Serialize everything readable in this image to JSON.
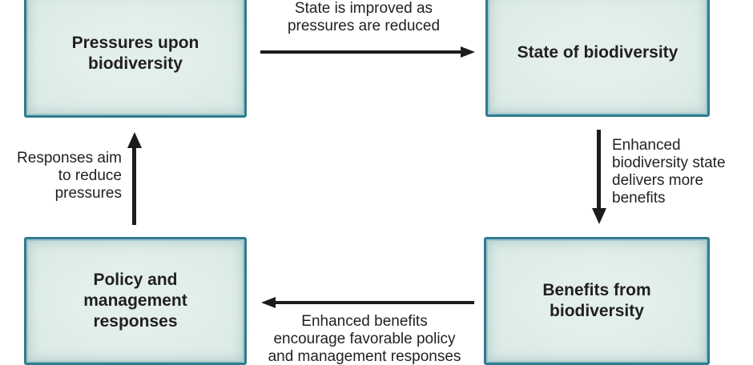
{
  "diagram": {
    "boxes": {
      "pressures": {
        "label": "Pressures upon\nbiodiversity"
      },
      "state": {
        "label": "State of biodiversity"
      },
      "benefits": {
        "label": "Benefits from\nbiodiversity"
      },
      "responses": {
        "label": "Policy and\nmanagement\nresponses"
      }
    },
    "arrows": [
      {
        "id": "pressures-to-state",
        "direction": "right",
        "label": "State is improved as\npressures are reduced"
      },
      {
        "id": "state-to-benefits",
        "direction": "down",
        "label": "Enhanced\nbiodiversity state\ndelivers more\nbenefits"
      },
      {
        "id": "benefits-to-responses",
        "direction": "left",
        "label": "Enhanced benefits\nencourage favorable policy\nand management responses"
      },
      {
        "id": "responses-to-pressures",
        "direction": "up",
        "label": "Responses aim\nto reduce\npressures"
      }
    ],
    "colors": {
      "box_border": "#2f7b8d",
      "box_inner_stroke": "#9ec7cf",
      "box_fill": "#d9e9e4",
      "box_fill_center": "#e2efeb",
      "arrow": "#1c1c1c",
      "text": "#231f20",
      "background": "#ffffff"
    }
  }
}
